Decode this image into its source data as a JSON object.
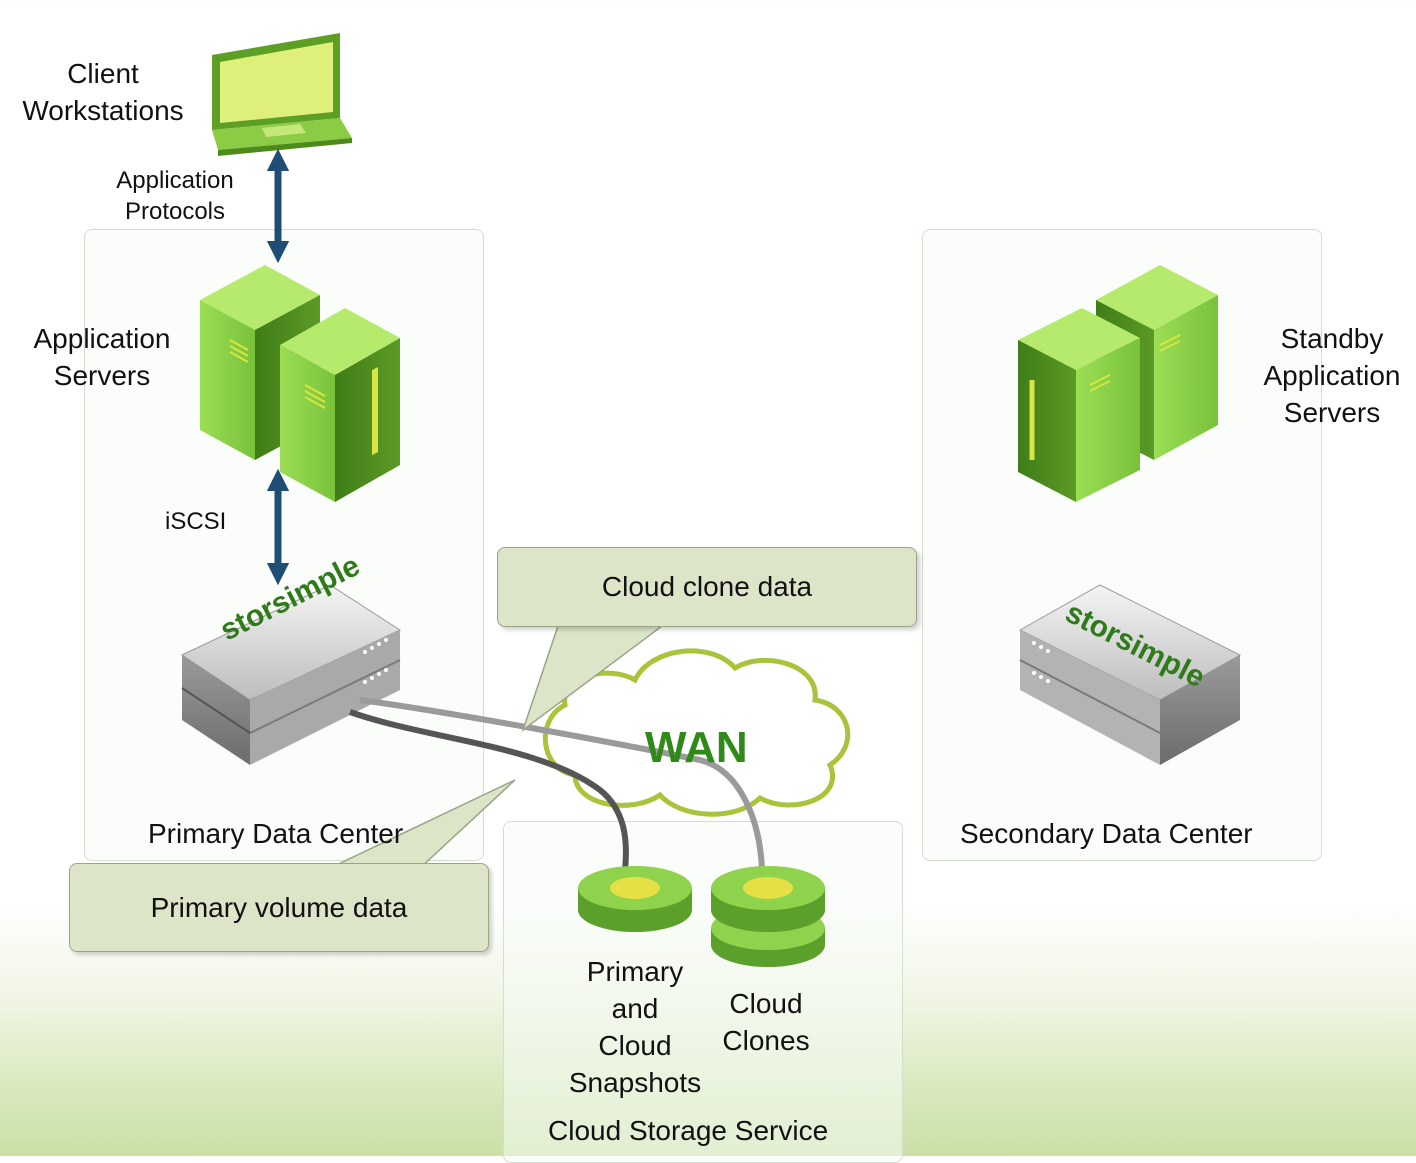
{
  "labels": {
    "client_workstations": [
      "Client",
      "Workstations"
    ],
    "application_protocols": [
      "Application",
      "Protocols"
    ],
    "application_servers": [
      "Application",
      "Servers"
    ],
    "iscsi": "iSCSI",
    "standby_application_servers": [
      "Standby",
      "Application",
      "Servers"
    ],
    "primary_data_center": "Primary Data Center",
    "secondary_data_center": "Secondary Data Center",
    "cloud_storage_service": "Cloud Storage Service",
    "wan": "WAN",
    "primary_cloud_snapshots": [
      "Primary",
      "and",
      "Cloud",
      "Snapshots"
    ],
    "cloud_clones": [
      "Cloud",
      "Clones"
    ],
    "storsimple_logo": "storsimple"
  },
  "callouts": {
    "cloud_clone_data": "Cloud clone data",
    "primary_volume_data": "Primary volume data"
  },
  "colors": {
    "server_green": "#8fd24c",
    "server_dark": "#4a8a1e",
    "arrow_blue": "#1f4d73",
    "wan_green": "#2f8a1a",
    "cloud_outline": "#a8c43a",
    "disk_yellow": "#e4e046"
  }
}
